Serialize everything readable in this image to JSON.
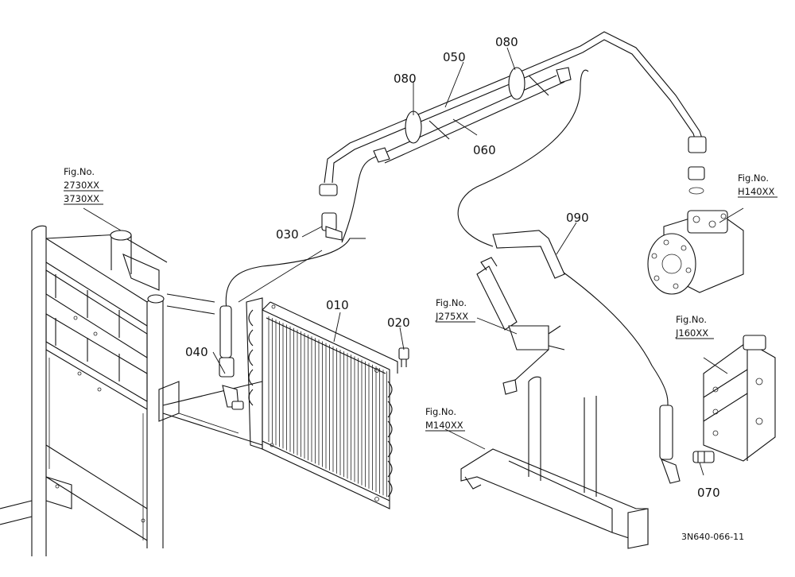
{
  "parts": [
    {
      "id": "p010",
      "label": "010"
    },
    {
      "id": "p020",
      "label": "020"
    },
    {
      "id": "p030",
      "label": "030"
    },
    {
      "id": "p040",
      "label": "040"
    },
    {
      "id": "p050",
      "label": "050"
    },
    {
      "id": "p060",
      "label": "060"
    },
    {
      "id": "p070",
      "label": "070"
    },
    {
      "id": "p080a",
      "label": "080"
    },
    {
      "id": "p080b",
      "label": "080"
    },
    {
      "id": "p090",
      "label": "090"
    }
  ],
  "figure_refs": [
    {
      "id": "f1",
      "lines": [
        "Fig.No.",
        "2730XX",
        "3730XX"
      ]
    },
    {
      "id": "f2",
      "lines": [
        "Fig.No.",
        "H140XX"
      ]
    },
    {
      "id": "f3",
      "lines": [
        "Fig.No.",
        "J275XX"
      ]
    },
    {
      "id": "f4",
      "lines": [
        "Fig.No.",
        "J160XX"
      ]
    },
    {
      "id": "f5",
      "lines": [
        "Fig.No.",
        "M140XX"
      ]
    }
  ],
  "drawing_code": "3N640-066-11"
}
